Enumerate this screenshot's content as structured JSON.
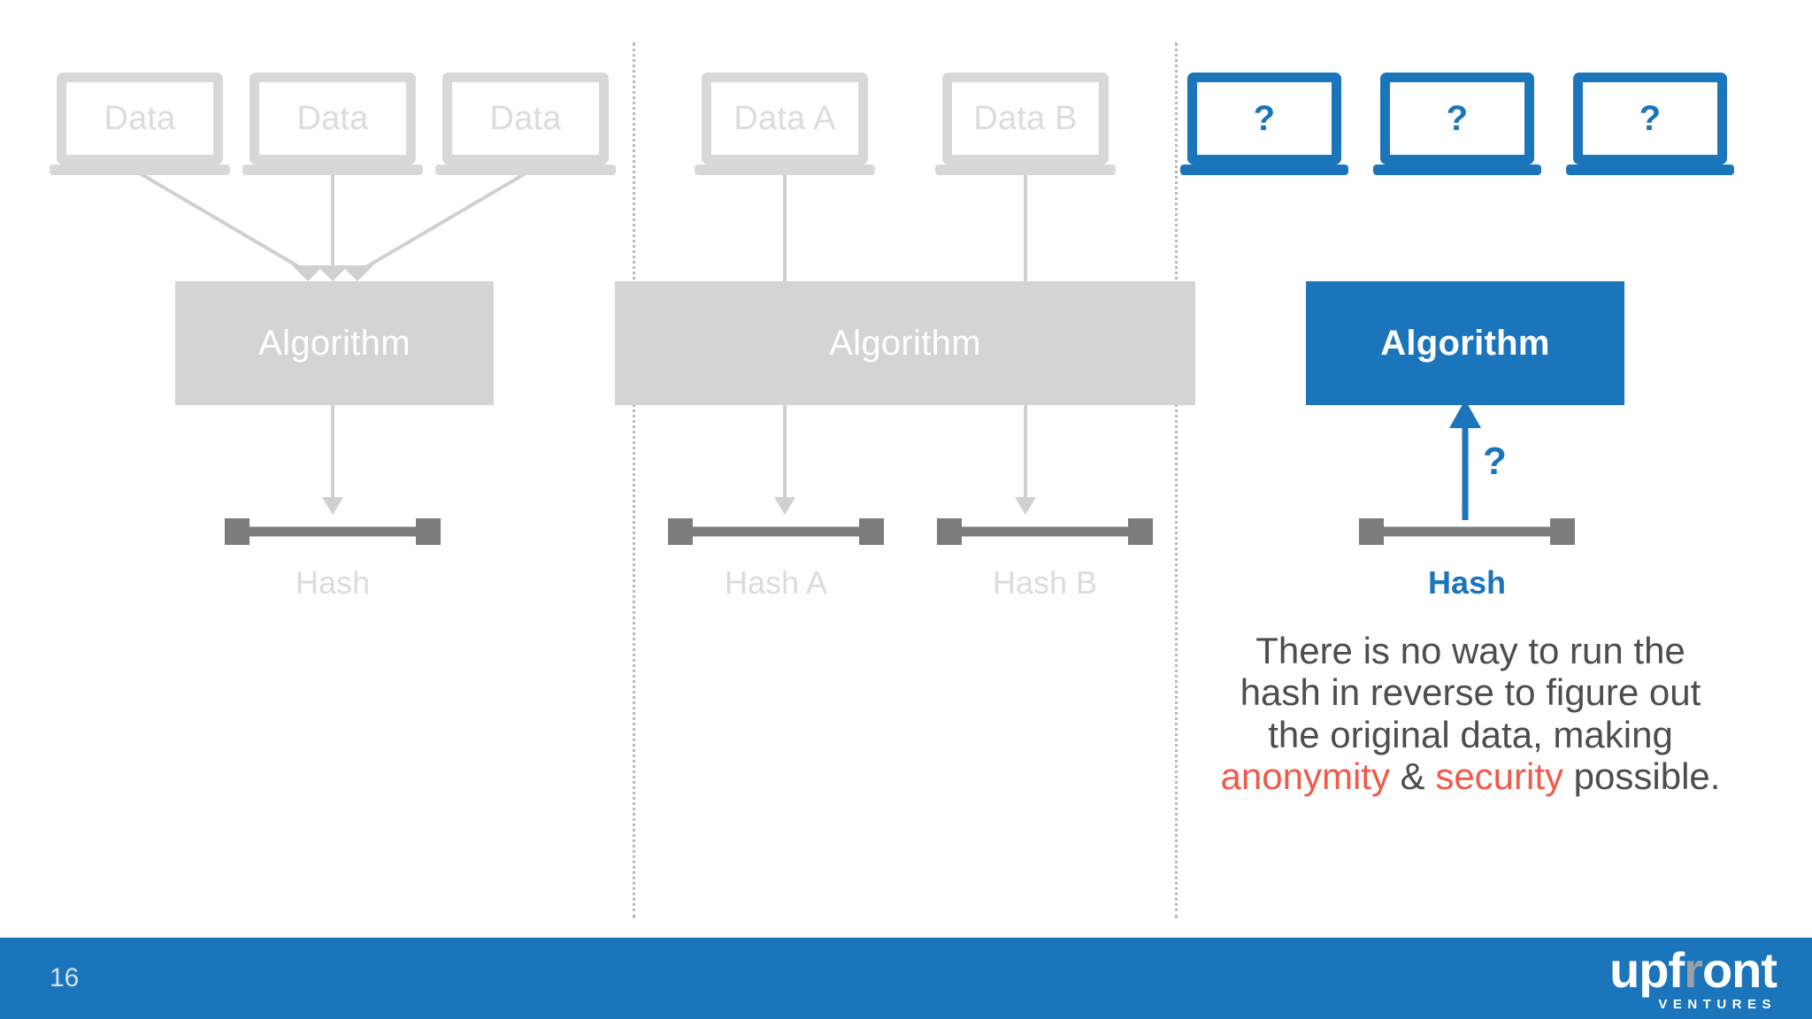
{
  "slide": {
    "page_number": "16",
    "background_color": "#ffffff",
    "accent_blue": "#1B75BB",
    "muted_gray": "#d8d8d8",
    "box_gray": "#d4d4d4",
    "bar_gray": "#7c7c7c",
    "highlight_red": "#F05A4B"
  },
  "panel_left": {
    "name": "many-inputs-one-hash",
    "laptops": [
      {
        "label": "Data"
      },
      {
        "label": "Data"
      },
      {
        "label": "Data"
      }
    ],
    "algorithm_label": "Algorithm",
    "hash_label": "Hash"
  },
  "panel_middle": {
    "name": "different-inputs-different-hashes",
    "laptops": [
      {
        "label": "Data A"
      },
      {
        "label": "Data B"
      }
    ],
    "algorithm_label": "Algorithm",
    "hashes": [
      {
        "label": "Hash A"
      },
      {
        "label": "Hash B"
      }
    ]
  },
  "panel_right": {
    "name": "irreversible-hash",
    "laptops": [
      {
        "label": "?"
      },
      {
        "label": "?"
      },
      {
        "label": "?"
      }
    ],
    "algorithm_label": "Algorithm",
    "reverse_question": "?",
    "hash_label": "Hash",
    "caption": {
      "part1": "There is no way to run the hash in reverse to figure out the original data, making ",
      "highlight1": "anonymity",
      "part2": " & ",
      "highlight2": "security",
      "part3": " possible."
    }
  },
  "footer": {
    "page_number": "16",
    "logo_word_pre": "upf",
    "logo_word_r": "r",
    "logo_word_post": "ont",
    "logo_sub": "VENTURES"
  }
}
